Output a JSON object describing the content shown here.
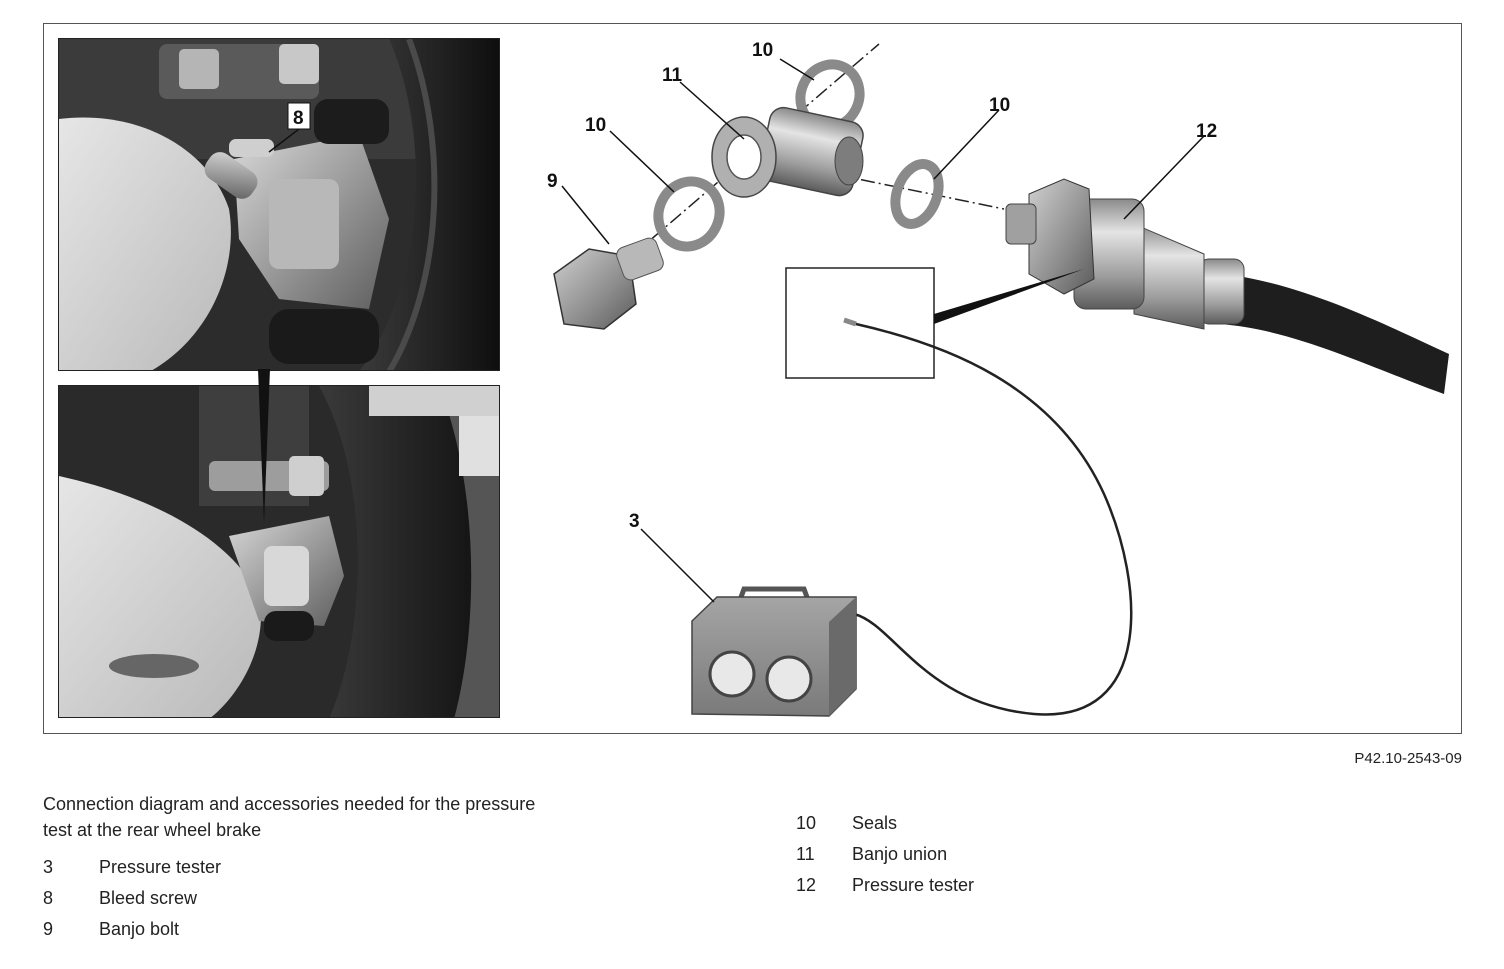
{
  "figure": {
    "reference": "P42.10-2543-09",
    "callouts": {
      "c3": "3",
      "c8": "8",
      "c9": "9",
      "c10a": "10",
      "c10b": "10",
      "c10c": "10",
      "c11": "11",
      "c12": "12"
    }
  },
  "caption": {
    "line1": "Connection diagram and accessories needed for the pressure",
    "line2": "test at the rear wheel brake"
  },
  "legend": {
    "left": [
      {
        "number": "3",
        "label": "Pressure tester"
      },
      {
        "number": "8",
        "label": "Bleed screw"
      },
      {
        "number": "9",
        "label": "Banjo bolt"
      }
    ],
    "right": [
      {
        "number": "10",
        "label": "Seals"
      },
      {
        "number": "11",
        "label": "Banjo union"
      },
      {
        "number": "12",
        "label": "Pressure tester"
      }
    ]
  },
  "colors": {
    "line": "#111111",
    "metal": "#9a9a9a",
    "hose": "#1e1e1e",
    "tester_body": "#8d8d8d"
  }
}
